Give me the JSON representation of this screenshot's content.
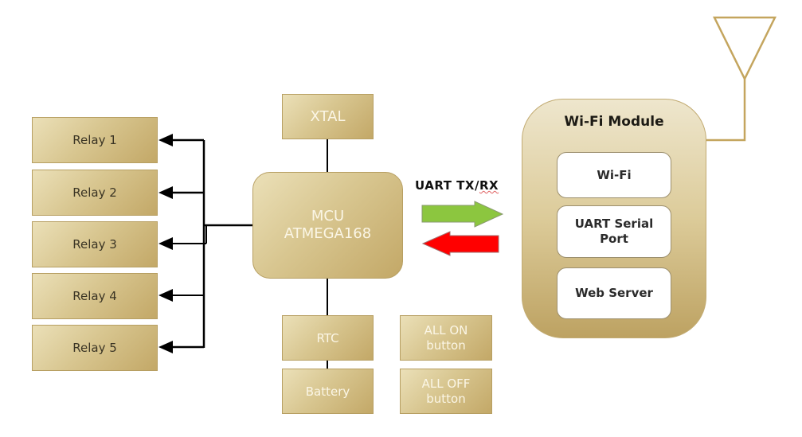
{
  "relays": [
    {
      "label": "Relay 1"
    },
    {
      "label": "Relay 2"
    },
    {
      "label": "Relay 3"
    },
    {
      "label": "Relay 4"
    },
    {
      "label": "Relay 5"
    }
  ],
  "xtal": {
    "label": "XTAL"
  },
  "mcu": {
    "line1": "MCU",
    "line2": "ATMEGA168"
  },
  "rtc": {
    "label": "RTC"
  },
  "battery": {
    "label": "Battery"
  },
  "all_on_button": {
    "line1": "ALL ON",
    "line2": "button"
  },
  "all_off_button": {
    "line1": "ALL OFF",
    "line2": "button"
  },
  "uart": {
    "label_main": "UART TX/",
    "label_rx": "RX",
    "tx_color": "#8cc63f",
    "rx_color": "#ff0000"
  },
  "wifi_module": {
    "title": "Wi-Fi Module",
    "blocks": [
      {
        "line1": "Wi-Fi",
        "line2": ""
      },
      {
        "line1": "UART Serial",
        "line2": "Port"
      },
      {
        "line1": "Web Server",
        "line2": ""
      }
    ]
  },
  "colors": {
    "box_gold": "#c3a867",
    "antenna": "#c4a55e",
    "connector": "#000000"
  }
}
